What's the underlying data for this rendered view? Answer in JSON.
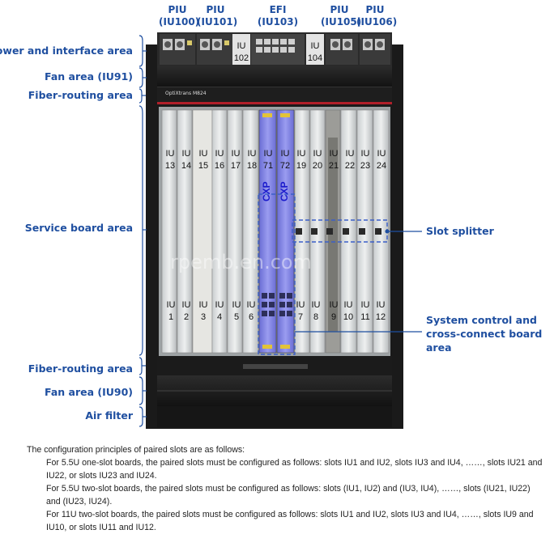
{
  "top_labels": [
    {
      "name": "PIU",
      "id": "(IU100)"
    },
    {
      "name": "PIU",
      "id": "(IU101)"
    },
    {
      "name": "EFI",
      "id": "(IU103)"
    },
    {
      "name": "PIU",
      "id": "(IU105)"
    },
    {
      "name": "PIU",
      "id": "(IU106)"
    }
  ],
  "left_callouts": [
    "Power and interface area",
    "Fan area (IU91)",
    "Fiber-routing area",
    "Service board area",
    "Fiber-routing area",
    "Fan area (IU90)",
    "Air filter"
  ],
  "right_callouts": {
    "slot_splitter": "Slot splitter",
    "system_control": [
      "System control and",
      "cross-connect board",
      "area"
    ]
  },
  "interface_slots": [
    "IU 102",
    "IU 104"
  ],
  "upper_slots": [
    [
      "IU",
      "13"
    ],
    [
      "IU",
      "14"
    ],
    [
      "IU",
      "15"
    ],
    [
      "IU",
      "16"
    ],
    [
      "IU",
      "17"
    ],
    [
      "IU",
      "18"
    ],
    [
      "IU",
      "71"
    ],
    [
      "IU",
      "72"
    ],
    [
      "IU",
      "19"
    ],
    [
      "IU",
      "20"
    ],
    [
      "IU",
      "21"
    ],
    [
      "IU",
      "22"
    ],
    [
      "IU",
      "23"
    ],
    [
      "IU",
      "24"
    ]
  ],
  "lower_slots": [
    [
      "IU",
      "1"
    ],
    [
      "IU",
      "2"
    ],
    [
      "IU",
      "3"
    ],
    [
      "IU",
      "4"
    ],
    [
      "IU",
      "5"
    ],
    [
      "IU",
      "6"
    ],
    [
      "IU",
      "7"
    ],
    [
      "IU",
      "8"
    ],
    [
      "IU",
      "9"
    ],
    [
      "IU",
      "10"
    ],
    [
      "IU",
      "11"
    ],
    [
      "IU",
      "12"
    ]
  ],
  "board_text": {
    "cxp": "CXP",
    "brand": "OptiXtrans M824"
  },
  "watermark": "rpemb.en.com",
  "notes": [
    "The configuration principles of paired slots are as follows:",
    "For 5.5U one-slot boards, the paired slots must be configured as follows: slots IU1 and IU2, slots IU3 and IU4, ……, slots IU21 and IU22, or slots IU23 and IU24.",
    "For 5.5U two-slot boards, the paired slots must be configured as follows: slots (IU1, IU2) and (IU3, IU4),  ……,  slots (IU21, IU22) and (IU23, IU24).",
    "For 11U two-slot boards, the paired slots must be configured as follows:  slots IU1 and IU2, slots IU3 and IU4, ……, slots IU9 and IU10, or slots IU11 and IU12."
  ],
  "colors": {
    "callout": "#1f4fa0",
    "chassis": "#1c1c1c",
    "cxp_board": "#7c7ee0"
  }
}
